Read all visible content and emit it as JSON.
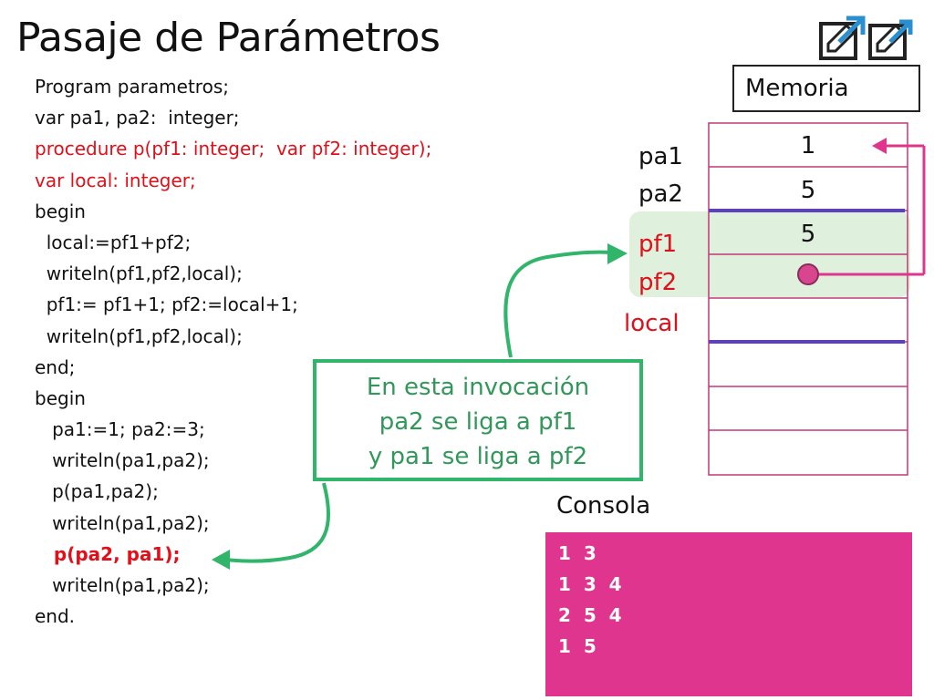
{
  "title": "Pasaje de Parámetros",
  "code_lines": [
    {
      "text": "Program parametros;",
      "style": "normal"
    },
    {
      "text": "var pa1, pa2:  integer;",
      "style": "normal"
    },
    {
      "text": "procedure p(pf1: integer;  var pf2: integer);",
      "style": "red"
    },
    {
      "text": "var local: integer;",
      "style": "red"
    },
    {
      "text": "begin",
      "style": "normal"
    },
    {
      "text": "  local:=pf1+pf2;",
      "style": "normal"
    },
    {
      "text": "  writeln(pf1,pf2,local);",
      "style": "normal"
    },
    {
      "text": "  pf1:= pf1+1; pf2:=local+1;",
      "style": "normal"
    },
    {
      "text": "  writeln(pf1,pf2,local);",
      "style": "normal"
    },
    {
      "text": "end;",
      "style": "normal"
    },
    {
      "text": "begin",
      "style": "normal"
    },
    {
      "text": "   pa1:=1; pa2:=3;",
      "style": "normal"
    },
    {
      "text": "   writeln(pa1,pa2);",
      "style": "normal"
    },
    {
      "text": "   p(pa1,pa2);",
      "style": "normal"
    },
    {
      "text": "   writeln(pa1,pa2);",
      "style": "normal"
    },
    {
      "text": "   p(pa2, pa1);",
      "style": "red-bold"
    },
    {
      "text": "   writeln(pa1,pa2);",
      "style": "normal"
    },
    {
      "text": "end.",
      "style": "normal"
    }
  ],
  "memory": {
    "label": "Memoria",
    "var_labels": {
      "pa1": "pa1",
      "pa2": "pa2",
      "pf1": "pf1",
      "pf2": "pf2",
      "local": "local"
    },
    "values": [
      "1",
      "5",
      "5"
    ]
  },
  "callout": {
    "lines": [
      "En esta invocación",
      "pa2 se liga a pf1",
      "y pa1 se liga a pf2"
    ]
  },
  "console": {
    "label": "Consola",
    "lines": [
      "1  3",
      "1  3  4",
      "2  5  4",
      "1  5"
    ]
  },
  "nav": {
    "prev_icon": "edit-back-icon",
    "next_icon": "edit-forward-icon"
  },
  "colors": {
    "red_text": "#e0101a",
    "green": "#31b56a",
    "purple": "#5b3fc4",
    "magenta": "#e0358e",
    "highlight": "#dff0dc",
    "memory_border": "#c0397a"
  }
}
